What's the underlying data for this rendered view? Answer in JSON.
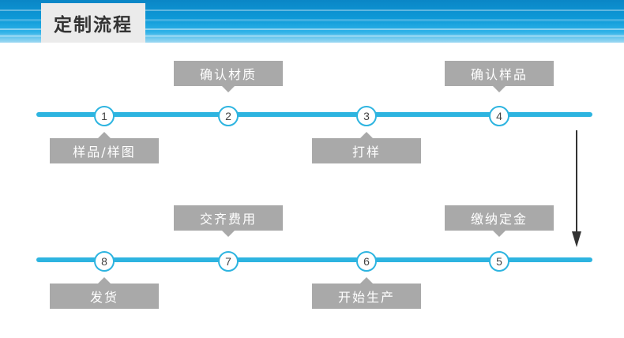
{
  "header": {
    "title": "定制流程"
  },
  "colors": {
    "line": "#2db4e0",
    "box": "#a9a9a9",
    "banner": "#0e9ad8"
  },
  "row1": {
    "steps": [
      {
        "number": "1",
        "label": "样品/样图"
      },
      {
        "number": "2",
        "label": "确认材质"
      },
      {
        "number": "3",
        "label": "打样"
      },
      {
        "number": "4",
        "label": "确认样品"
      }
    ]
  },
  "row2": {
    "steps": [
      {
        "number": "8",
        "label": "发货"
      },
      {
        "number": "7",
        "label": "交齐费用"
      },
      {
        "number": "6",
        "label": "开始生产"
      },
      {
        "number": "5",
        "label": "缴纳定金"
      }
    ]
  },
  "icons": {
    "flow_arrow": "arrow-down-icon"
  }
}
